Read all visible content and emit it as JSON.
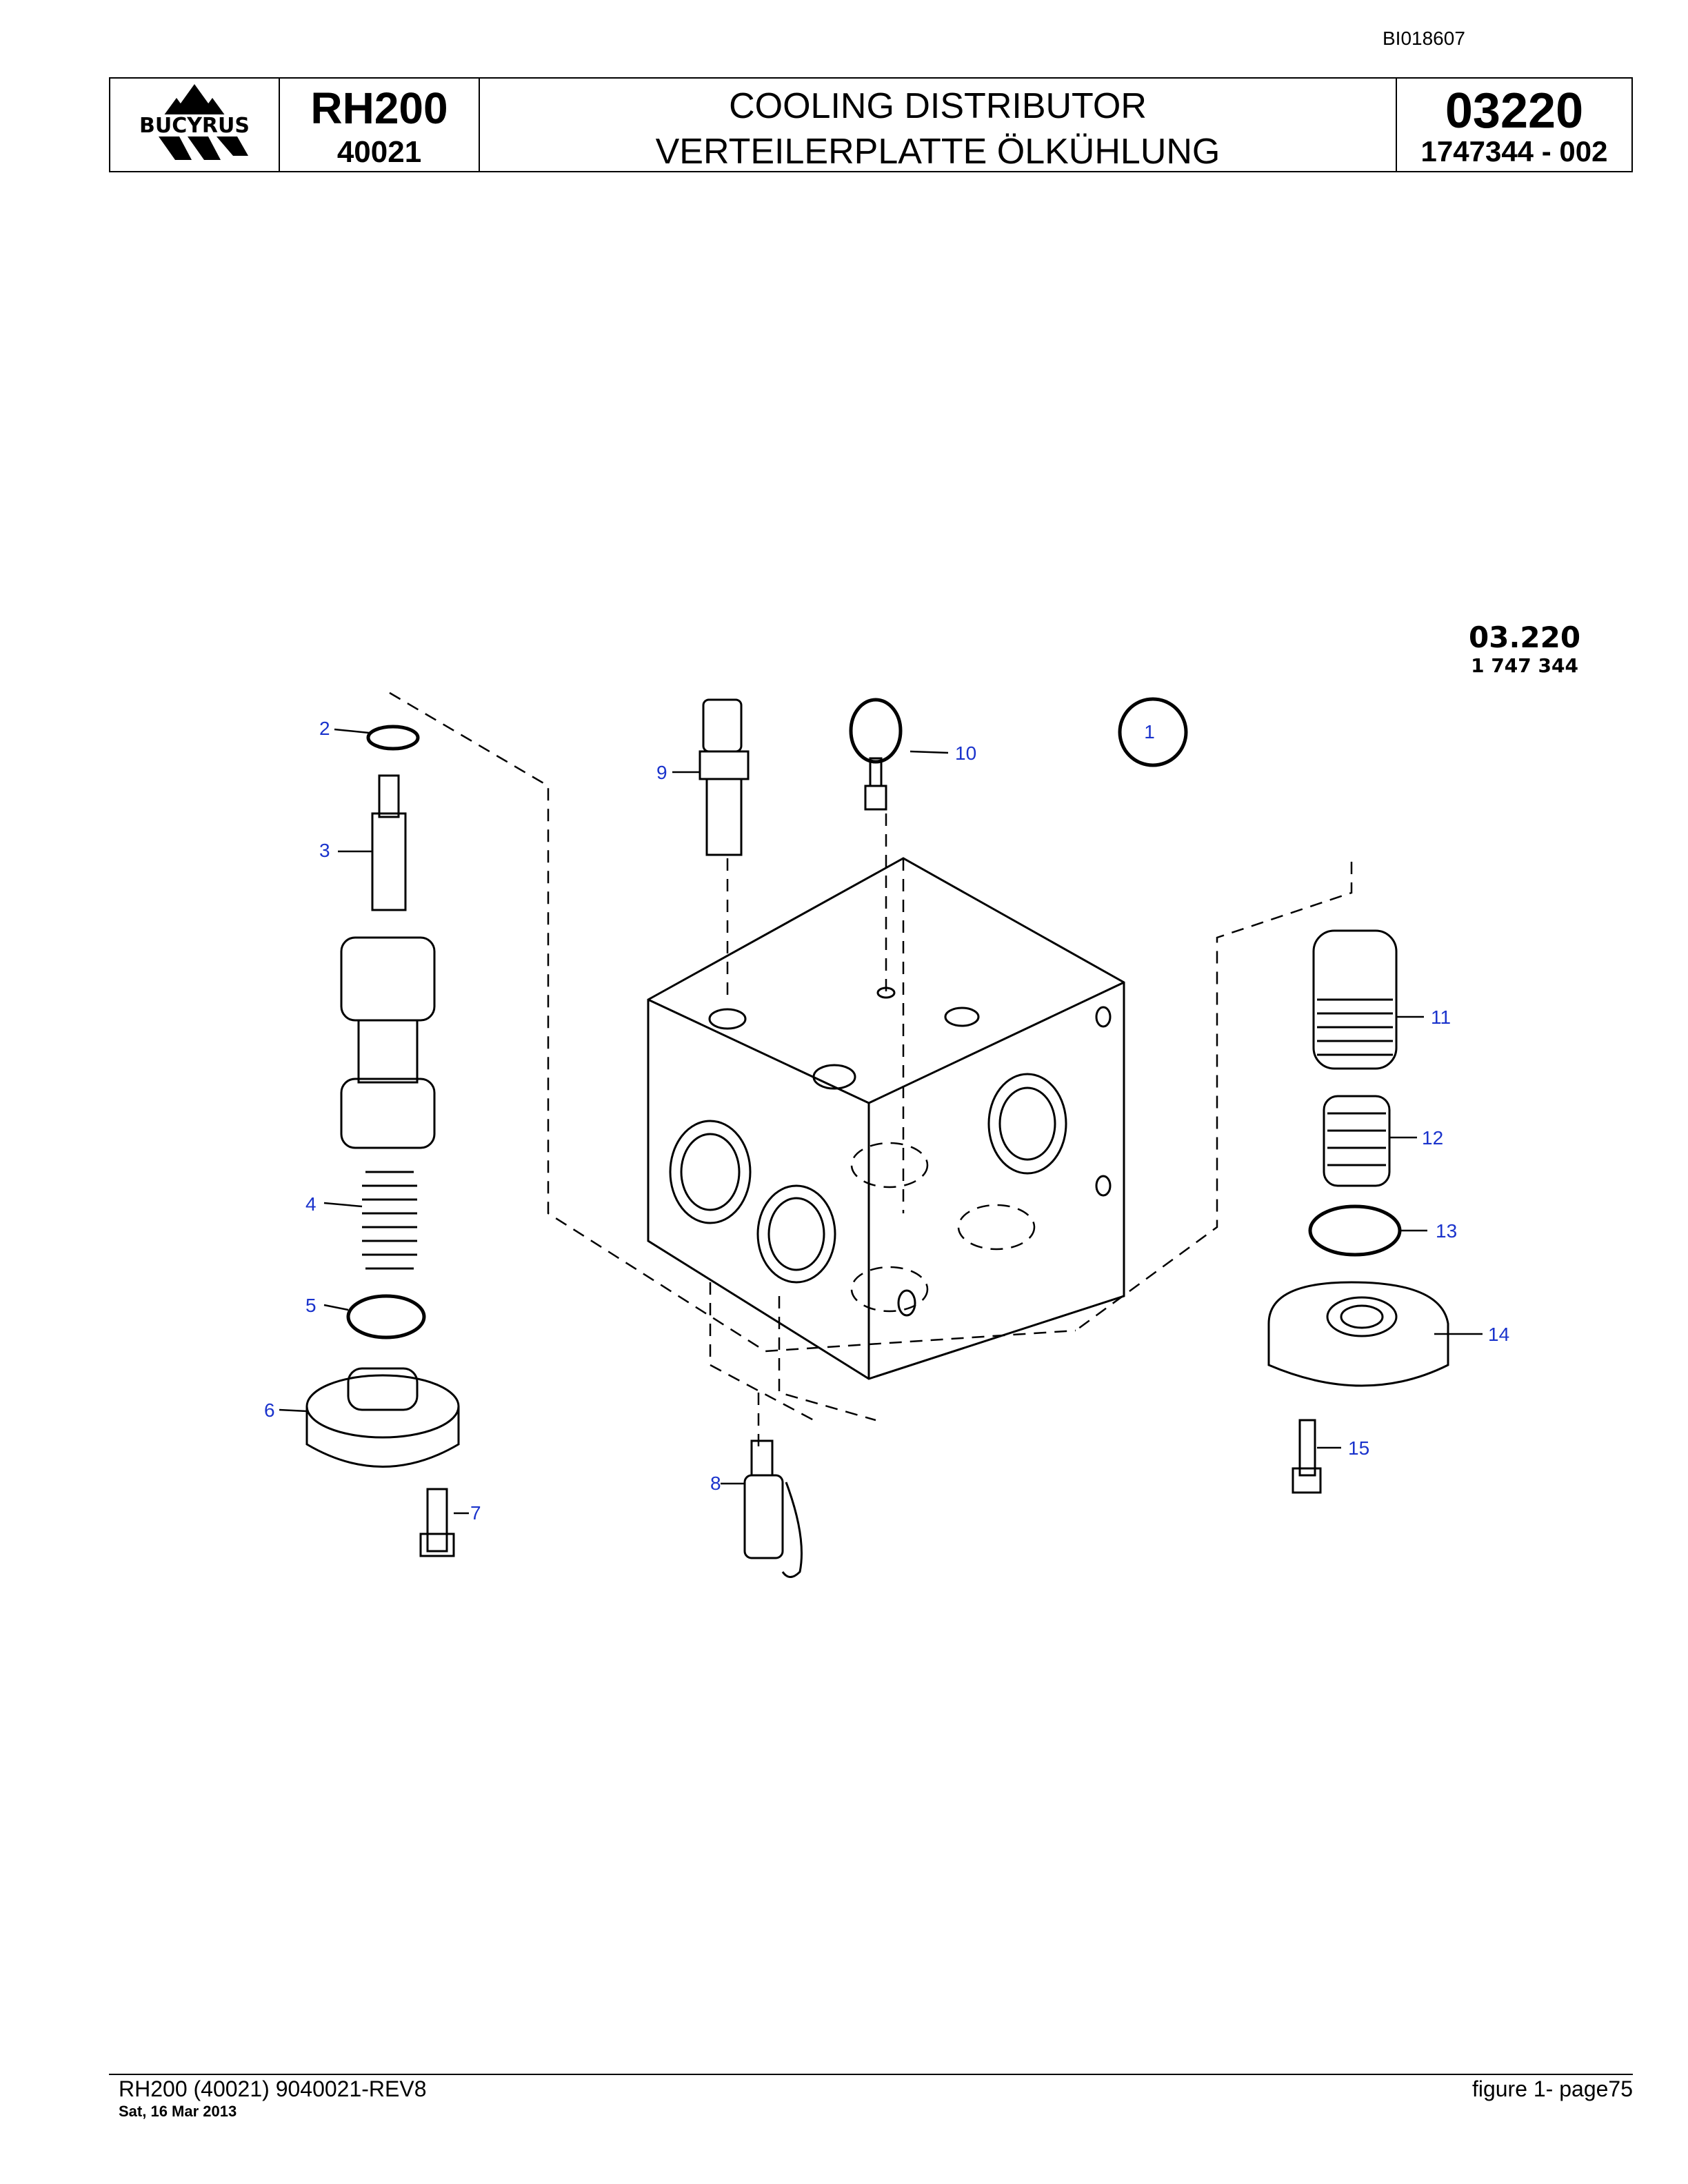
{
  "header": {
    "doc_id": "BI018607",
    "logo_text": "BUCYRUS",
    "model": "RH200",
    "serial": "40021",
    "title_en": "COOLING DISTRIBUTOR",
    "title_de": "VERTEILERPLATTE ÖLKÜHLUNG",
    "group_number": "03220",
    "part_number": "1747344  - 002"
  },
  "drawing": {
    "ref_group": "03.220",
    "ref_part": "1 747 344",
    "callouts": [
      "1",
      "2",
      "3",
      "4",
      "5",
      "6",
      "7",
      "8",
      "9",
      "10",
      "11",
      "12",
      "13",
      "14",
      "15"
    ]
  },
  "footer": {
    "left": "RH200 (40021) 9040021-REV8",
    "date": "Sat, 16 Mar 2013",
    "right": "figure  1- page75"
  }
}
